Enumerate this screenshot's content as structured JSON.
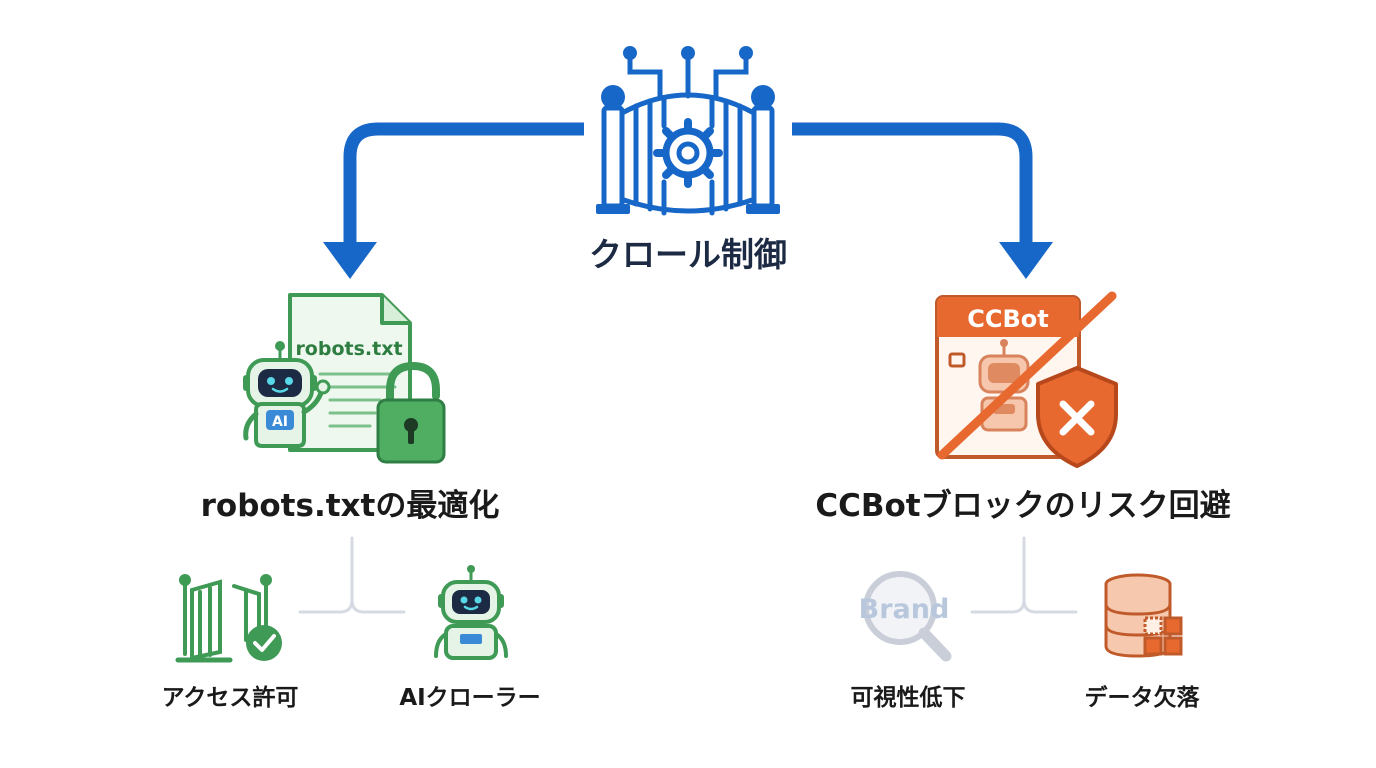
{
  "root": {
    "label": "クロール制御"
  },
  "branches": [
    {
      "label": "robots.txtの最適化",
      "file_label": "robots.txt",
      "badge": "AI",
      "children": [
        {
          "label": "アクセス許可"
        },
        {
          "label": "AIクローラー"
        }
      ]
    },
    {
      "label": "CCBotブロックのリスク回避",
      "sign_label": "CCBot",
      "children": [
        {
          "label": "可視性低下",
          "icon_text": "Brand"
        },
        {
          "label": "データ欠落"
        }
      ]
    }
  ],
  "colors": {
    "blue": "#1767c8",
    "green": "#3f9a55",
    "orange": "#e8692f",
    "navy": "#1c2a44",
    "connector_gray": "#d6dae2"
  }
}
